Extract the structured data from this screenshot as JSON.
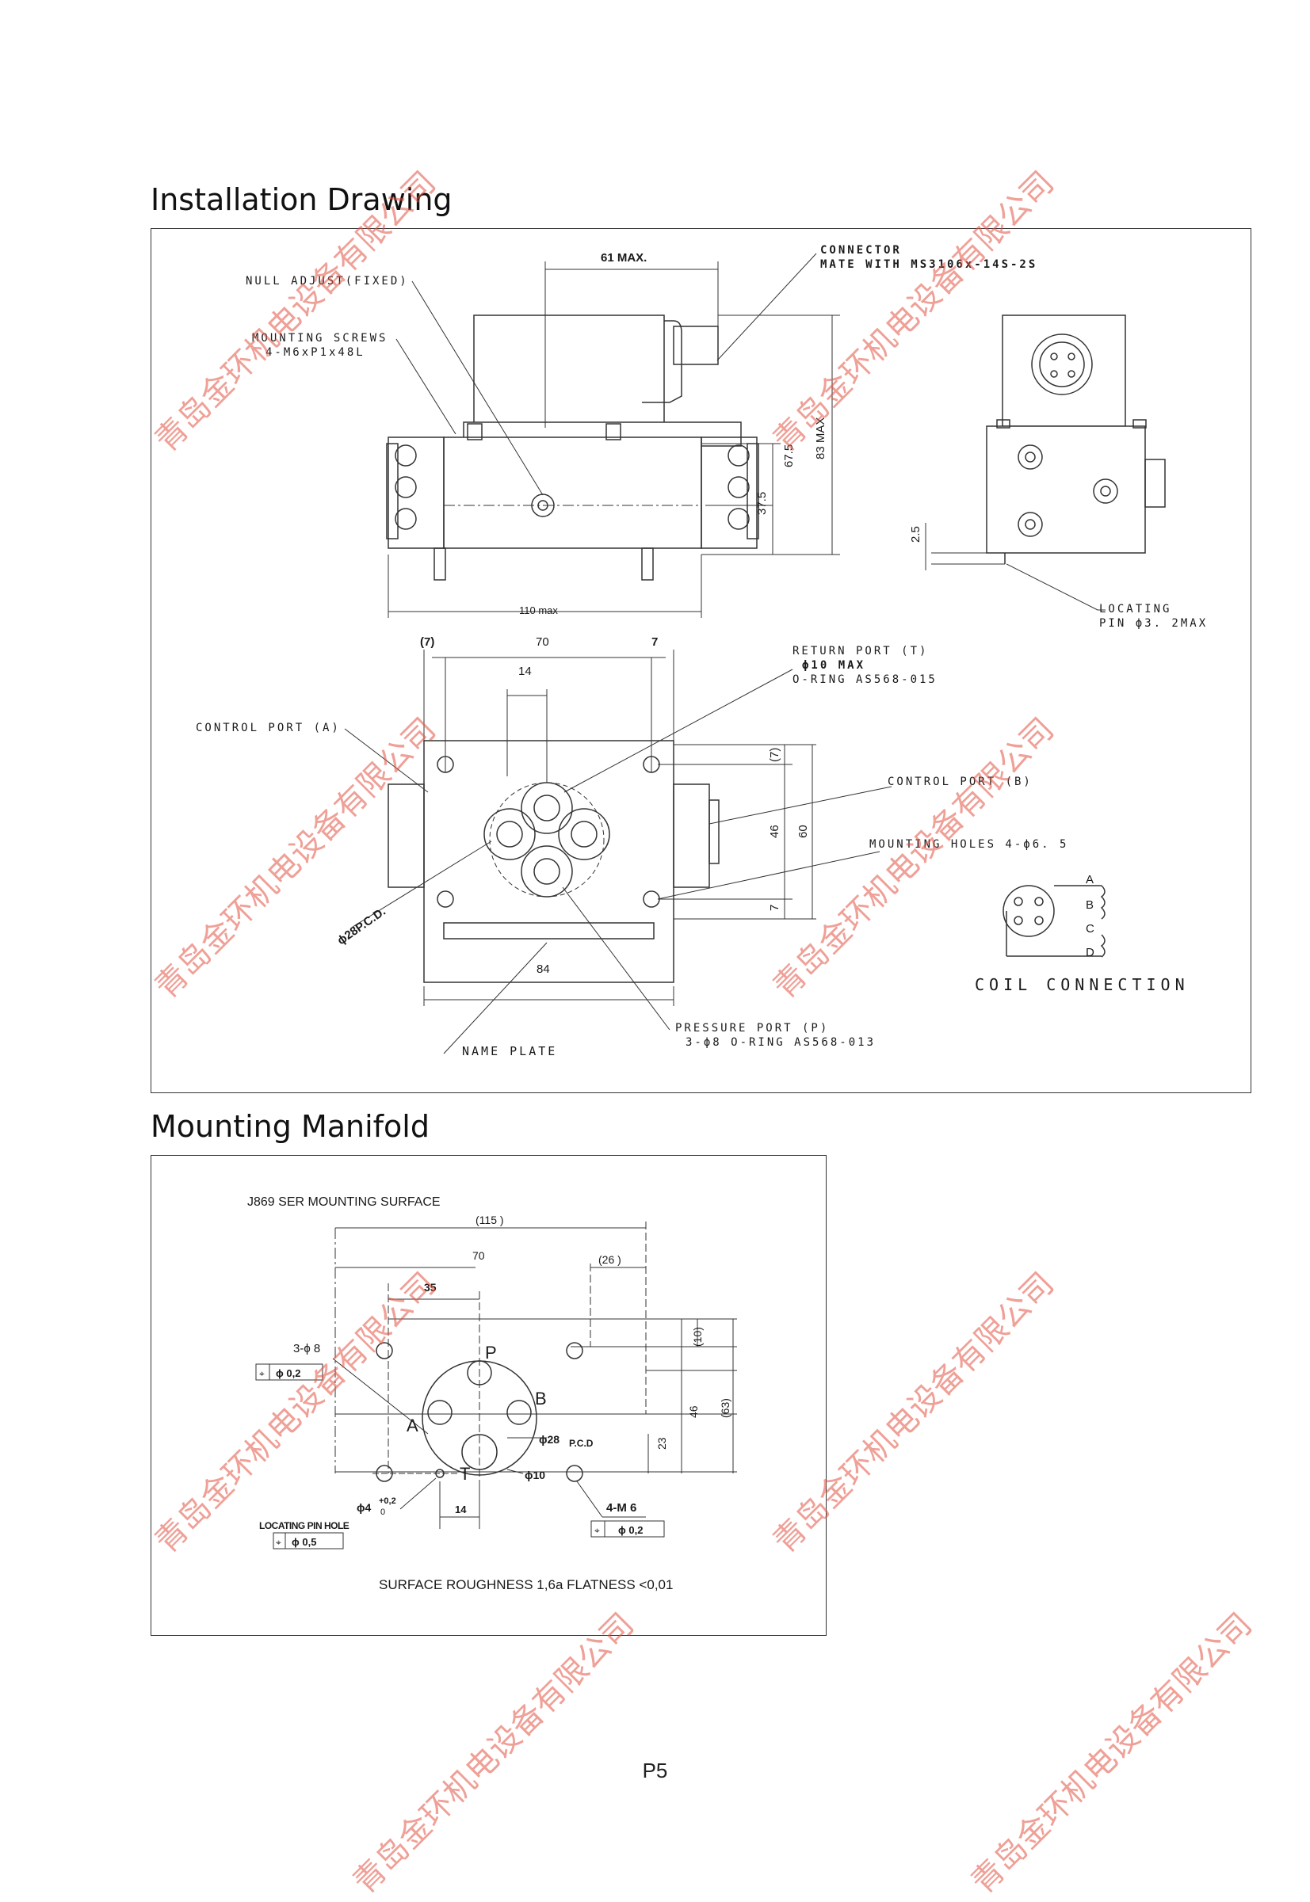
{
  "installation": {
    "title": "Installation Drawing",
    "labels": {
      "null_adjust": "NULL ADJUST(FIXED)",
      "mounting_screws_1": "MOUNTING SCREWS",
      "mounting_screws_2": "4-M6xP1x48L",
      "connector_1": "CONNECTOR",
      "connector_2": "MATE WITH MS3106x-14S-2S",
      "dim_61": "61 MAX.",
      "dim_83": "83 MAX",
      "dim_675": "67.5",
      "dim_375": "37.5",
      "dim_25": "2.5",
      "dim_110": "110 max",
      "locating_1": "LOCATING",
      "locating_2": "PIN ϕ3. 2MAX",
      "dim_7a": "(7)",
      "dim_70": "70",
      "dim_7b": "7",
      "dim_14": "14",
      "return_1": "RETURN PORT (T)",
      "return_2": "ϕ10 MAX",
      "return_3": "O-RING AS568-015",
      "control_a": "CONTROL PORT (A)",
      "control_b": "CONTROL PORT (B)",
      "mounting_holes": "MOUNTING HOLES 4-ϕ6. 5",
      "dim_7c": "(7)",
      "dim_46": "46",
      "dim_60": "60",
      "dim_7d": "7",
      "pcd": "ϕ28P.C.D.",
      "dim_84": "84",
      "coil_a": "A",
      "coil_b": "B",
      "coil_c": "C",
      "coil_d": "D",
      "coil_connection": "COIL CONNECTION",
      "pressure_1": "PRESSURE PORT (P)",
      "pressure_2": "3-ϕ8 O-RING AS568-013",
      "name_plate": "NAME PLATE"
    }
  },
  "manifold": {
    "title": "Mounting Manifold",
    "labels": {
      "surface": "J869 SER MOUNTING SURFACE",
      "dim_115": "(115 )",
      "dim_70": "70",
      "dim_26": "(26 )",
      "dim_35": "35",
      "dim_10": "(10)",
      "dim_46": "46",
      "dim_63": "(63)",
      "dim_23": "23",
      "holes_3": "3-ϕ 8",
      "tol_02a": "ϕ 0,2",
      "port_p": "P",
      "port_a": "A",
      "port_b": "B",
      "port_t": "T",
      "phi28": "ϕ28",
      "pcd": "P.C.D",
      "phi10": "ϕ10",
      "phi4": "ϕ4",
      "tol_plus": "+0,2",
      "tol_zero": "0",
      "dim_14": "14",
      "m6": "4-M 6",
      "tol_02b": "ϕ 0,2",
      "locating_pin": "LOCATING PIN HOLE",
      "tol_05": "ϕ 0,5",
      "roughness": "SURFACE ROUGHNESS 1,6a  FLATNESS <0,01"
    }
  },
  "watermark": "青岛金环机电设备有限公司",
  "page_number": "P5",
  "colors": {
    "watermark": "#e25242",
    "line": "#333333"
  }
}
